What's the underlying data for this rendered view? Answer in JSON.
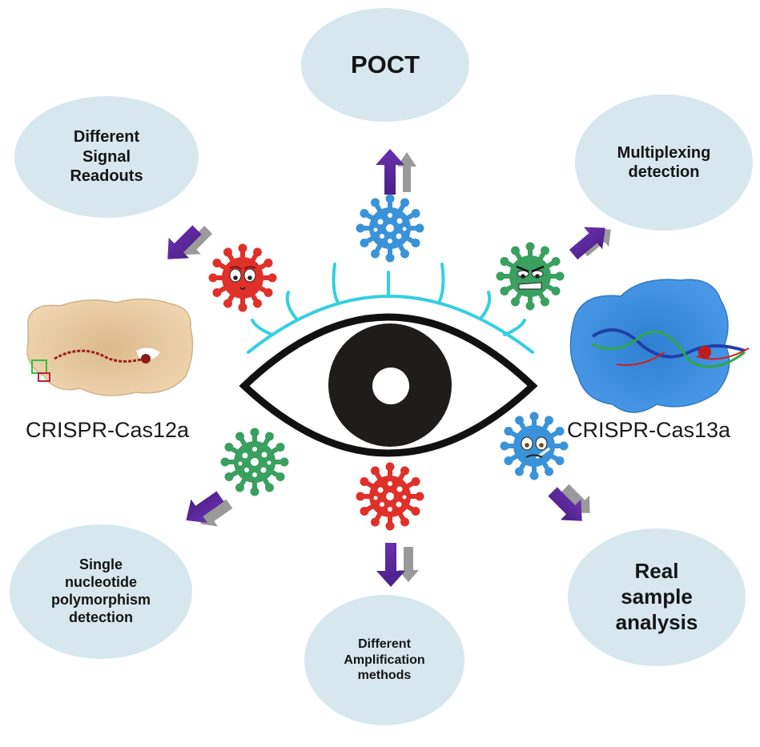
{
  "diagram": {
    "center": {
      "name": "eye",
      "description": "central eye symbol watching viruses"
    },
    "bubbles": [
      {
        "id": "poct",
        "text": "POCT"
      },
      {
        "id": "signal",
        "text": "Different\nSignal\nReadouts"
      },
      {
        "id": "multiplex",
        "text": "Multiplexing\ndetection"
      },
      {
        "id": "snp",
        "text": "Single\nnucleotide\npolymorphism\ndetection"
      },
      {
        "id": "amplification",
        "text": "Different\nAmplification\nmethods"
      },
      {
        "id": "real",
        "text": "Real\nsample\nanalysis"
      }
    ],
    "proteins": [
      {
        "id": "cas12a",
        "label": "CRISPR-Cas12a",
        "color": "#e8c9a0"
      },
      {
        "id": "cas13a",
        "label": "CRISPR-Cas13a",
        "color": "#3d8fe0"
      }
    ],
    "viruses": [
      {
        "id": "virus-top",
        "color": "#3a93d8",
        "face": "none"
      },
      {
        "id": "virus-top-left",
        "color": "#e0302a",
        "face": "worried"
      },
      {
        "id": "virus-top-right",
        "color": "#3aa060",
        "face": "angry"
      },
      {
        "id": "virus-bottom-left",
        "color": "#3aa060",
        "face": "none"
      },
      {
        "id": "virus-bottom",
        "color": "#e0302a",
        "face": "none"
      },
      {
        "id": "virus-bottom-right",
        "color": "#3a93d8",
        "face": "sick"
      }
    ],
    "colors": {
      "bubble": "#d6e8ee",
      "arrow_primary": "#5b2a99",
      "arrow_shadow": "#9a9a9a",
      "eyelash": "#33d0e0",
      "eye_outline": "#111111",
      "pupil": "#1c1a1a"
    }
  }
}
